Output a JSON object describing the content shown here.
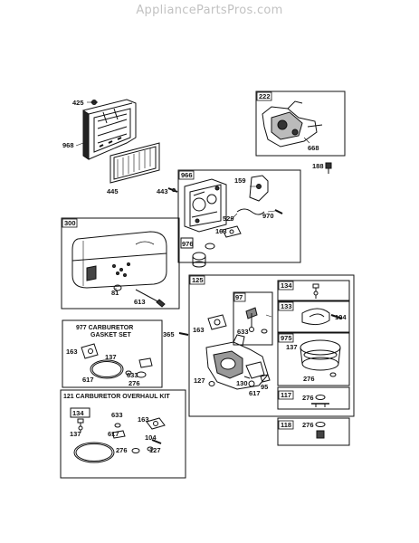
{
  "watermark": "AppliancePartsPros.com",
  "boxes": {
    "b222": "222",
    "b966": "966",
    "b976": "976",
    "b300": "300",
    "b125": "125",
    "b97": "97",
    "b134": "134",
    "b133": "133",
    "b975": "975",
    "b117": "117",
    "b118": "118",
    "k134": "134",
    "gasket_title_1": "977 CARBURETOR",
    "gasket_title_2": "GASKET SET",
    "overhaul_title": "121 CARBURETOR OVERHAUL KIT"
  },
  "labels": {
    "l425": "425",
    "l968": "968",
    "l445": "445",
    "l443": "443",
    "l668": "668",
    "l188": "188",
    "l159": "159",
    "l529": "529",
    "l970": "970",
    "l163a": "163",
    "l81": "81",
    "l613": "613",
    "l365": "365",
    "l163b": "163",
    "l633a": "633",
    "l104a": "104",
    "l137a": "137",
    "l276a": "276",
    "l127a": "127",
    "l130": "130",
    "l95": "95",
    "l617a": "617",
    "l276b": "276",
    "l276c": "276",
    "l163c": "163",
    "l137b": "137",
    "l617b": "617",
    "l633b": "633",
    "l276d": "276",
    "l137c": "137",
    "l633c": "633",
    "l617c": "617",
    "l163d": "163",
    "l104b": "104",
    "l276e": "276",
    "l127b": "127"
  }
}
